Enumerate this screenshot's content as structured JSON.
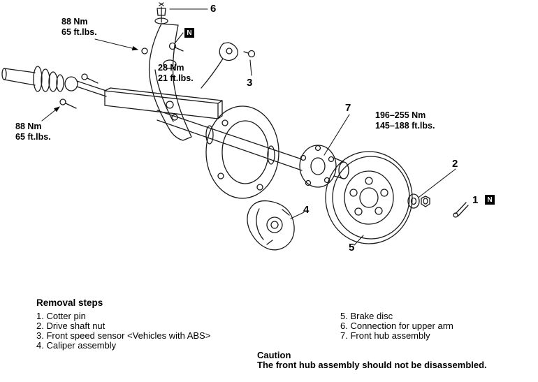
{
  "diagram": {
    "callouts": {
      "c1": "1",
      "c2": "2",
      "c3": "3",
      "c4": "4",
      "c5": "5",
      "c6": "6",
      "c7": "7"
    },
    "n_marker": "N",
    "torque": {
      "upper_left": {
        "l1": "88 Nm",
        "l2": "65 ft.lbs."
      },
      "mid": {
        "l1": "28 Nm",
        "l2": "21 ft.lbs."
      },
      "left": {
        "l1": "88 Nm",
        "l2": "65 ft.lbs."
      },
      "right": {
        "l1": "196–255 Nm",
        "l2": "145–188 ft.lbs."
      }
    }
  },
  "legend": {
    "title": "Removal steps",
    "left": [
      "1. Cotter pin",
      "2. Drive shaft nut",
      "3. Front speed sensor <Vehicles with ABS>",
      "4. Caliper assembly"
    ],
    "right": [
      "5. Brake disc",
      "6. Connection for upper arm",
      "7. Front hub assembly"
    ],
    "caution_title": "Caution",
    "caution_text": "The front hub assembly should not be disassembled."
  }
}
